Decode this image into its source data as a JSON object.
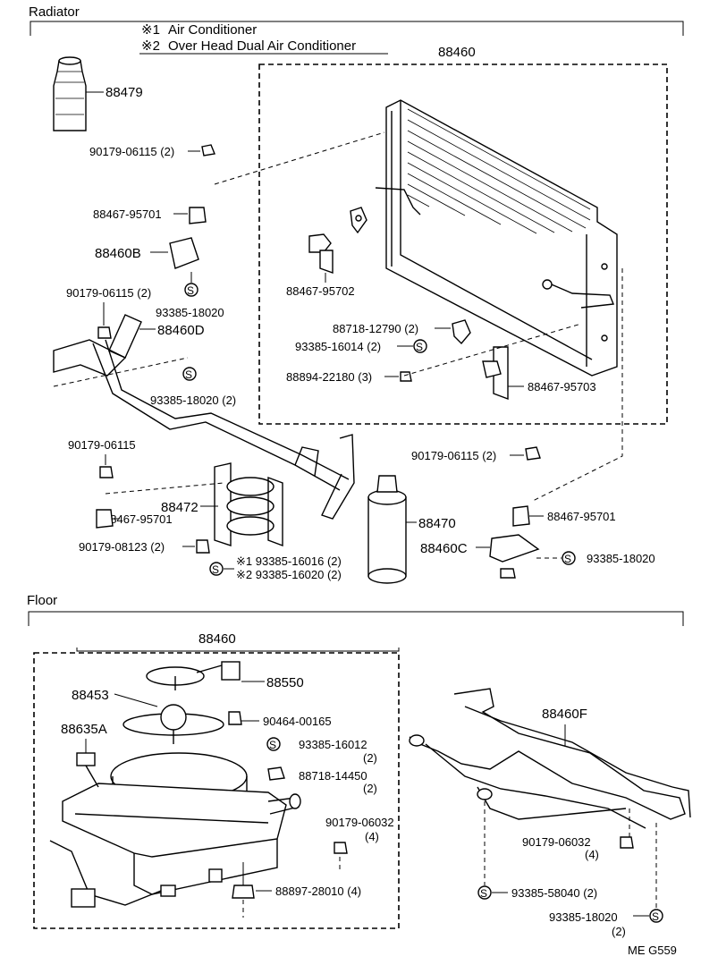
{
  "sections": {
    "radiator": "Radiator",
    "floor": "Floor"
  },
  "notes": {
    "note1_mark": "※1",
    "note1_text": "Air Conditioner",
    "note2_mark": "※2",
    "note2_text": "Over Head Dual Air Conditioner"
  },
  "radiator": {
    "p88460_top": "88460",
    "p88479": "88479",
    "p90179_06115_2a": "90179-06115 (2)",
    "p88467_95701a": "88467-95701",
    "p88460B": "88460B",
    "p90179_06115_2b": "90179-06115 (2)",
    "p93385_18020a": "93385-18020",
    "p88460D": "88460D",
    "p93385_18020_2": "93385-18020 (2)",
    "p88467_95702": "88467-95702",
    "p88718_12790": "88718-12790 (2)",
    "p93385_16014": "93385-16014 (2)",
    "p88894_22180": "88894-22180 (3)",
    "p88467_95703": "88467-95703",
    "p90179_06115c": "90179-06115",
    "p88472": "88472",
    "p88467_95701b": "88467-95701",
    "p90179_08123": "90179-08123 (2)",
    "p_note1_part": "※1 93385-16016 (2)",
    "p_note2_part": "※2 93385-16020 (2)",
    "p88470": "88470",
    "p90179_06115_2c": "90179-06115 (2)",
    "p88467_95701c": "88467-95701",
    "p88460C": "88460C",
    "p93385_18020b": "93385-18020"
  },
  "floor": {
    "p88460": "88460",
    "p88550": "88550",
    "p88453": "88453",
    "p90464_00165": "90464-00165",
    "p88635A": "88635A",
    "p93385_16012": "93385-16012",
    "p93385_16012_qty": "(2)",
    "p88718_14450": "88718-14450",
    "p88718_14450_qty": "(2)",
    "p90179_06032": "90179-06032",
    "p90179_06032_qty": "(4)",
    "p88897_28010": "88897-28010 (4)",
    "p88460F": "88460F",
    "p90179_06032b": "90179-06032",
    "p90179_06032b_qty": "(4)",
    "p93385_58040": "93385-58040 (2)",
    "p93385_18020": "93385-18020",
    "p93385_18020_qty": "(2)"
  },
  "footer_code": "ME  G559",
  "washer_mark": "S"
}
